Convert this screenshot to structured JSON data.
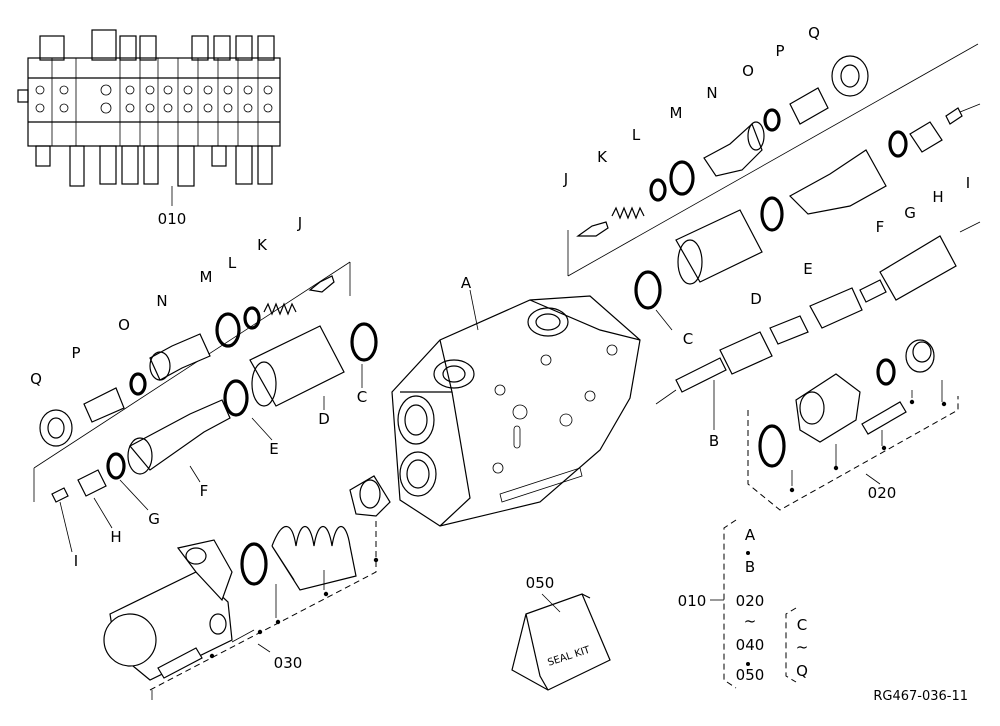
{
  "labels": {
    "A": "A",
    "B": "B",
    "C": "C",
    "D": "D",
    "E": "E",
    "F": "F",
    "G": "G",
    "H": "H",
    "I": "I",
    "J": "J",
    "K": "K",
    "L": "L",
    "M": "M",
    "N": "N",
    "O": "O",
    "P": "P",
    "Q": "Q"
  },
  "assemblies": {
    "a010": "010",
    "a020": "020",
    "a030": "030",
    "a050": "050"
  },
  "seal_kit_text": "SEAL KIT",
  "legend": {
    "root": "010",
    "items": [
      "A",
      "B",
      "020",
      "~",
      "040",
      "050"
    ],
    "sub": [
      "C",
      "~",
      "Q"
    ]
  },
  "ref_code": "RG467-036-11"
}
